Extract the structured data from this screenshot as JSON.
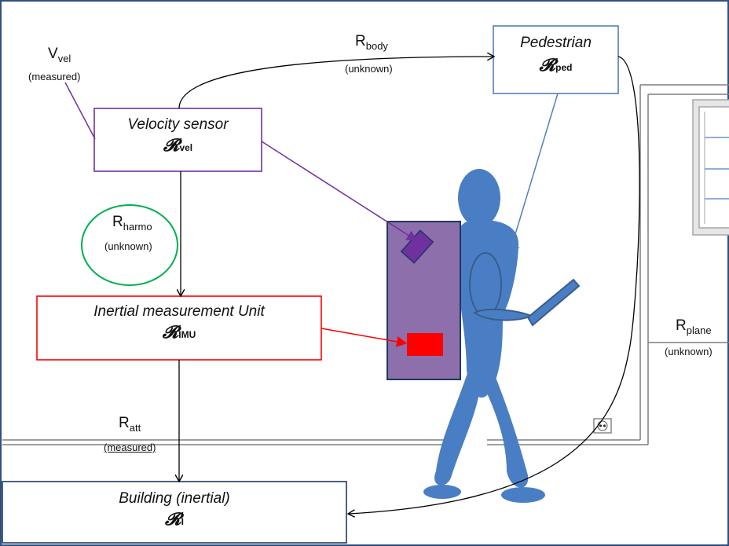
{
  "colors": {
    "border": "#2f4f7f",
    "velocity": "#7030a0",
    "imu": "#ff0000",
    "pedestrian": "#4f81bd",
    "harmo": "#00b050",
    "backpack": "#8064a2",
    "person": "#4a7ec4",
    "building": "#1f3864"
  },
  "frames": {
    "velocity": {
      "title": "Velocity sensor",
      "symbol": "𝓡",
      "sub": "vel"
    },
    "imu": {
      "title": "Inertial measurement Unit",
      "symbol": "𝓡",
      "sub": "IMU"
    },
    "pedestrian": {
      "title": "Pedestrian",
      "symbol": "𝓡",
      "sub": "ped"
    },
    "building": {
      "title": "Building (inertial)",
      "symbol": "𝓡",
      "sub": "I"
    }
  },
  "labels": {
    "v_vel": {
      "main": "V",
      "sub": "vel",
      "note": "(measured)"
    },
    "r_body": {
      "main": "R",
      "sub": "body",
      "note": "(unknown)"
    },
    "r_harmo": {
      "main": "R",
      "sub": "harmo",
      "note": "(unknown)"
    },
    "r_att": {
      "main": "R",
      "sub": "att",
      "note": "(measured)"
    },
    "r_plane": {
      "main": "R",
      "sub": "plane",
      "note": "(unknown)"
    }
  },
  "icons": {
    "outlet": "power-outlet-icon",
    "window": "window-icon",
    "person": "pedestrian-figure-icon"
  }
}
